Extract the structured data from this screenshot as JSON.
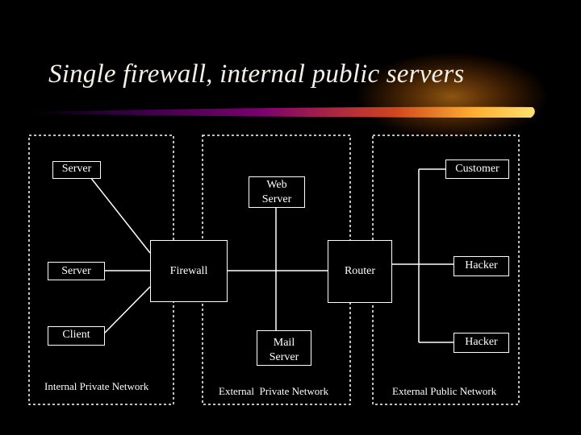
{
  "slide": {
    "title": "Single firewall, internal public servers"
  },
  "zones": {
    "internal": "Internal Private Network",
    "external_private": "External  Private Network",
    "external_public": "External Public Network"
  },
  "nodes": {
    "server_top": "Server",
    "server_mid": "Server",
    "client": "Client",
    "firewall": "Firewall",
    "web_server": [
      "Web",
      "Server"
    ],
    "mail_server": [
      "Mail",
      "Server"
    ],
    "router": "Router",
    "customer": "Customer",
    "hacker_1": "Hacker",
    "hacker_2": "Hacker"
  },
  "colors": {
    "background": "#000000",
    "foreground": "#ffffff",
    "swoosh_bright": "#ffd24a",
    "swoosh_dark": "#5a006e"
  }
}
